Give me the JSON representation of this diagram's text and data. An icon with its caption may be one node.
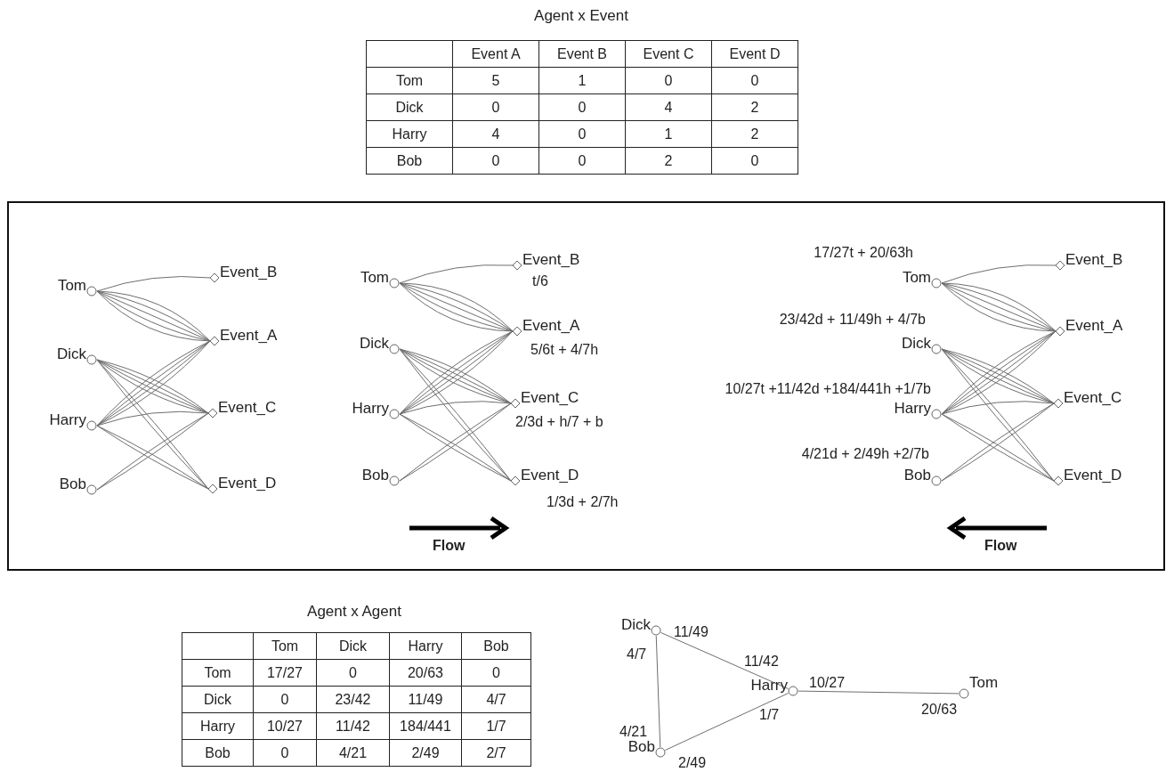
{
  "diagram": {
    "nodes": [
      {
        "text": [
          "Tom"
        ]
      },
      {
        "text": [
          "Dick"
        ]
      },
      {
        "text": [
          "Harry"
        ]
      },
      {
        "text": [
          "Bob"
        ]
      },
      {
        "text": [
          "Event_B"
        ]
      },
      {
        "text": [
          "Event_A"
        ]
      },
      {
        "text": [
          "Event_C"
        ]
      },
      {
        "text": [
          "Event_D"
        ]
      },
      {
        "text": [
          "Tom"
        ]
      },
      {
        "text": [
          "Dick"
        ]
      },
      {
        "text": [
          "Harry"
        ]
      },
      {
        "text": [
          "Bob"
        ]
      },
      {
        "text": [
          "Event_B"
        ],
        "beside": [
          "t/6"
        ]
      },
      {
        "text": [
          "Event_A"
        ],
        "beside": [
          "5/6t + 4/7h"
        ]
      },
      {
        "text": [
          "Event_C"
        ],
        "beside": [
          "2/3d + h/7 + b"
        ]
      },
      {
        "text": [
          "Event_D"
        ],
        "beside": [
          "1/3d + 2/7h"
        ]
      },
      {
        "text": [
          "Tom"
        ],
        "beside": [
          "17/27t + 20/63h"
        ]
      },
      {
        "text": [
          "Dick"
        ],
        "beside": [
          "23/42d + 11/49h + 4/7b"
        ]
      },
      {
        "text": [
          "Harry"
        ],
        "beside": [
          "10/27t +11/42d +184/441h +1/7b"
        ]
      },
      {
        "text": [
          "Bob"
        ],
        "beside": [
          "4/21d + 2/49h +2/7b"
        ]
      },
      {
        "text": [
          "Event_B"
        ]
      },
      {
        "text": [
          "Event_A"
        ]
      },
      {
        "text": [
          "Event_C"
        ]
      },
      {
        "text": [
          "Event_D"
        ]
      },
      {
        "text": [
          "Dick"
        ],
        "beside": [
          "11/49",
          "4/7"
        ]
      },
      {
        "text": [
          "Harry"
        ],
        "beside": [
          "11/42",
          "10/27",
          "1/7"
        ]
      },
      {
        "text": [
          "Tom"
        ],
        "beside": [
          "20/63"
        ]
      },
      {
        "text": [
          "Bob"
        ],
        "beside": [
          "4/21",
          "2/49"
        ]
      }
    ],
    "edges": [
      {
        "from": 0,
        "to": 4,
        "arrow": "none"
      },
      {
        "from": 0,
        "to": 5,
        "arrow": "none"
      },
      {
        "from": 0,
        "to": 5,
        "arrow": "none"
      },
      {
        "from": 0,
        "to": 5,
        "arrow": "none"
      },
      {
        "from": 0,
        "to": 5,
        "arrow": "none"
      },
      {
        "from": 0,
        "to": 5,
        "arrow": "none"
      },
      {
        "from": 1,
        "to": 6,
        "arrow": "none"
      },
      {
        "from": 1,
        "to": 6,
        "arrow": "none"
      },
      {
        "from": 1,
        "to": 6,
        "arrow": "none"
      },
      {
        "from": 1,
        "to": 6,
        "arrow": "none"
      },
      {
        "from": 1,
        "to": 7,
        "arrow": "none"
      },
      {
        "from": 1,
        "to": 7,
        "arrow": "none"
      },
      {
        "from": 2,
        "to": 5,
        "arrow": "none"
      },
      {
        "from": 2,
        "to": 5,
        "arrow": "none"
      },
      {
        "from": 2,
        "to": 5,
        "arrow": "none"
      },
      {
        "from": 2,
        "to": 5,
        "arrow": "none"
      },
      {
        "from": 2,
        "to": 6,
        "arrow": "none"
      },
      {
        "from": 2,
        "to": 7,
        "arrow": "none"
      },
      {
        "from": 2,
        "to": 7,
        "arrow": "none"
      },
      {
        "from": 3,
        "to": 6,
        "arrow": "none"
      },
      {
        "from": 3,
        "to": 6,
        "arrow": "none"
      },
      {
        "from": 8,
        "to": 12,
        "arrow": "none"
      },
      {
        "from": 8,
        "to": 13,
        "arrow": "none"
      },
      {
        "from": 8,
        "to": 13,
        "arrow": "none"
      },
      {
        "from": 8,
        "to": 13,
        "arrow": "none"
      },
      {
        "from": 8,
        "to": 13,
        "arrow": "none"
      },
      {
        "from": 8,
        "to": 13,
        "arrow": "none"
      },
      {
        "from": 9,
        "to": 14,
        "arrow": "none"
      },
      {
        "from": 9,
        "to": 14,
        "arrow": "none"
      },
      {
        "from": 9,
        "to": 14,
        "arrow": "none"
      },
      {
        "from": 9,
        "to": 14,
        "arrow": "none"
      },
      {
        "from": 9,
        "to": 15,
        "arrow": "none"
      },
      {
        "from": 9,
        "to": 15,
        "arrow": "none"
      },
      {
        "from": 10,
        "to": 13,
        "arrow": "none"
      },
      {
        "from": 10,
        "to": 13,
        "arrow": "none"
      },
      {
        "from": 10,
        "to": 13,
        "arrow": "none"
      },
      {
        "from": 10,
        "to": 13,
        "arrow": "none"
      },
      {
        "from": 10,
        "to": 14,
        "arrow": "none"
      },
      {
        "from": 10,
        "to": 15,
        "arrow": "none"
      },
      {
        "from": 10,
        "to": 15,
        "arrow": "none"
      },
      {
        "from": 11,
        "to": 14,
        "arrow": "none"
      },
      {
        "from": 11,
        "to": 14,
        "arrow": "none"
      },
      {
        "from": 16,
        "to": 20,
        "arrow": "none"
      },
      {
        "from": 16,
        "to": 21,
        "arrow": "none"
      },
      {
        "from": 16,
        "to": 21,
        "arrow": "none"
      },
      {
        "from": 16,
        "to": 21,
        "arrow": "none"
      },
      {
        "from": 16,
        "to": 21,
        "arrow": "none"
      },
      {
        "from": 16,
        "to": 21,
        "arrow": "none"
      },
      {
        "from": 17,
        "to": 22,
        "arrow": "none"
      },
      {
        "from": 17,
        "to": 22,
        "arrow": "none"
      },
      {
        "from": 17,
        "to": 22,
        "arrow": "none"
      },
      {
        "from": 17,
        "to": 22,
        "arrow": "none"
      },
      {
        "from": 17,
        "to": 23,
        "arrow": "none"
      },
      {
        "from": 17,
        "to": 23,
        "arrow": "none"
      },
      {
        "from": 18,
        "to": 21,
        "arrow": "none"
      },
      {
        "from": 18,
        "to": 21,
        "arrow": "none"
      },
      {
        "from": 18,
        "to": 21,
        "arrow": "none"
      },
      {
        "from": 18,
        "to": 21,
        "arrow": "none"
      },
      {
        "from": 18,
        "to": 22,
        "arrow": "none"
      },
      {
        "from": 18,
        "to": 23,
        "arrow": "none"
      },
      {
        "from": 18,
        "to": 23,
        "arrow": "none"
      },
      {
        "from": 19,
        "to": 22,
        "arrow": "none"
      },
      {
        "from": 19,
        "to": 22,
        "arrow": "none"
      },
      {
        "from": 24,
        "to": 25,
        "arrow": "none"
      },
      {
        "from": 24,
        "to": 27,
        "arrow": "none"
      },
      {
        "from": 27,
        "to": 25,
        "arrow": "none"
      },
      {
        "from": 25,
        "to": 26,
        "arrow": "none"
      }
    ],
    "labels": [
      "Agent x Event",
      "Event A",
      "Event B",
      "Event C",
      "Event D",
      "Tom",
      "5",
      "1",
      "0",
      "0",
      "Dick",
      "0",
      "0",
      "4",
      "2",
      "Harry",
      "4",
      "0",
      "1",
      "2",
      "Bob",
      "0",
      "0",
      "2",
      "0",
      "Flow",
      "Flow",
      "Agent x Agent",
      "Tom",
      "Dick",
      "Harry",
      "Bob",
      "Tom",
      "17/27",
      "0",
      "20/63",
      "0",
      "Dick",
      "0",
      "23/42",
      "11/49",
      "4/7",
      "Harry",
      "10/27",
      "11/42",
      "184/441",
      "1/7",
      "Bob",
      "0",
      "4/21",
      "2/49",
      "2/7"
    ]
  }
}
